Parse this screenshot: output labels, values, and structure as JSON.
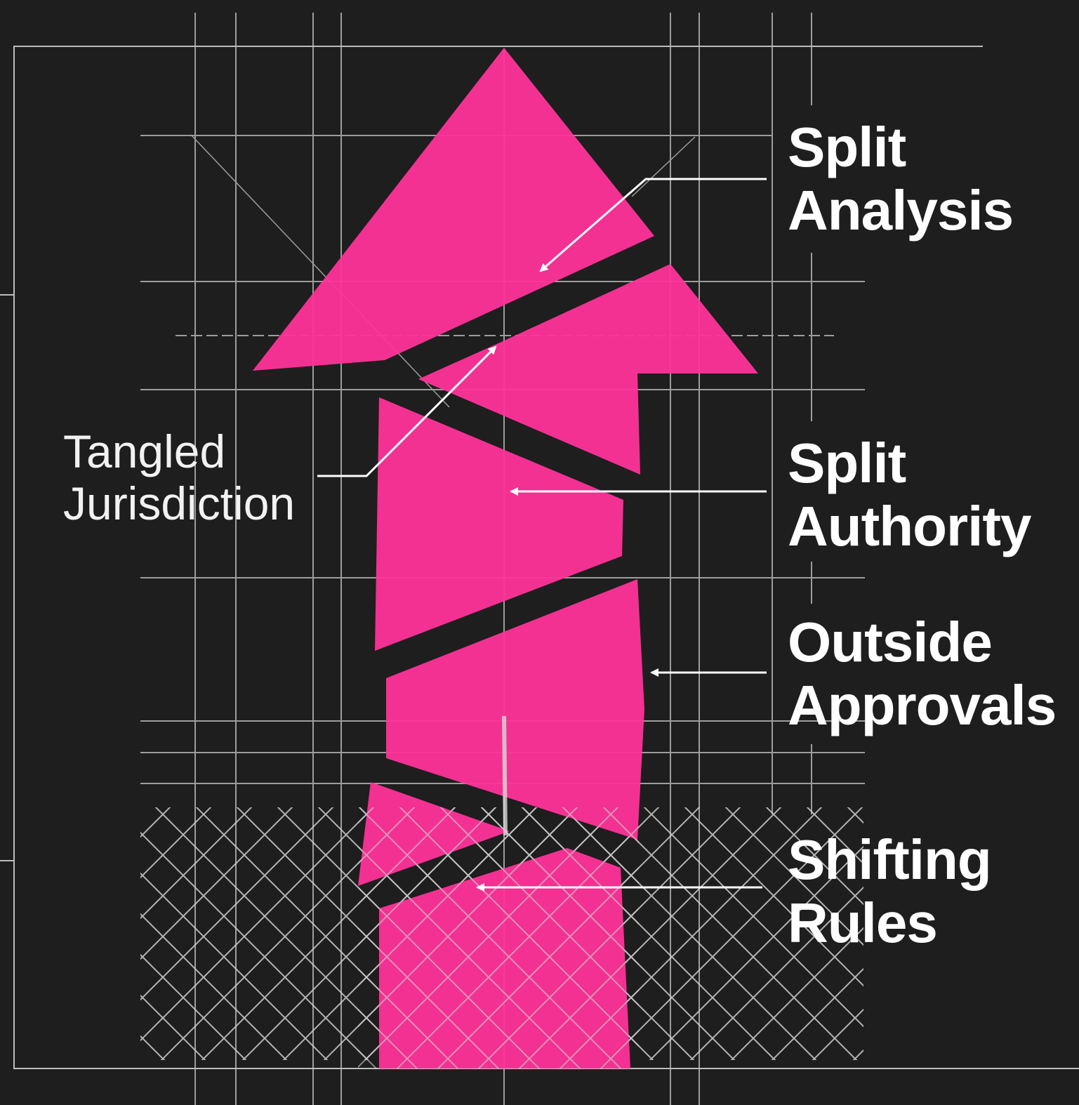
{
  "colors": {
    "background": "#1e1e1e",
    "arrow": "#ff3399",
    "grid": "#bdbdbd",
    "text": "#ffffff"
  },
  "labels": {
    "split_analysis": [
      "Split",
      "Analysis"
    ],
    "split_authority": [
      "Split",
      "Authority"
    ],
    "outside_approvals": [
      "Outside",
      "Approvals"
    ],
    "shifting_rules": [
      "Shifting",
      "Rules"
    ],
    "tangled_jurisdiction": [
      "Tangled",
      "Jurisdiction"
    ]
  },
  "icons": [
    "fractured-up-arrow",
    "callout-arrow",
    "chain-link-fence"
  ]
}
